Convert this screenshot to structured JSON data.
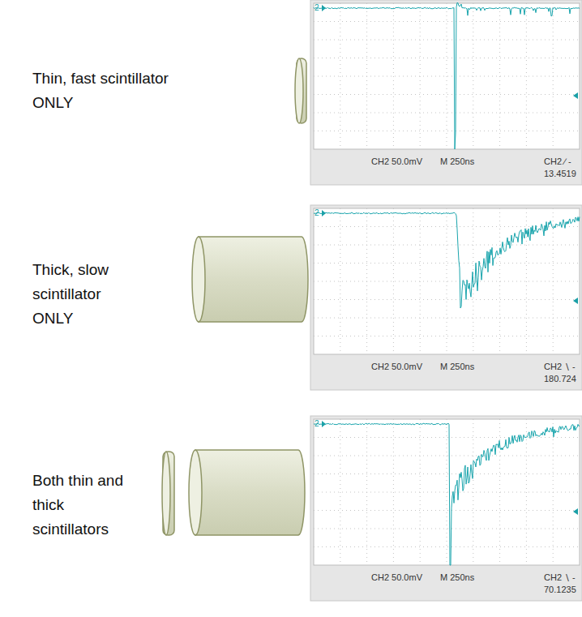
{
  "diagram": {
    "labels": [
      "Thin, fast scintillator ONLY",
      "2",
      "CH2 50.0mV",
      "M 250ns",
      "CH2 ∕ -",
      "13.4519",
      "Thick, slow scintillator ONLY",
      "2",
      "CH2 50.0mV",
      "M 250ns",
      "CH2 ∖ -",
      "180.724",
      "Both thin and thick scintillators",
      "2",
      "CH2 50.0mV",
      "M 250ns",
      "CH2 ∖ -",
      "70.1235"
    ]
  }
}
